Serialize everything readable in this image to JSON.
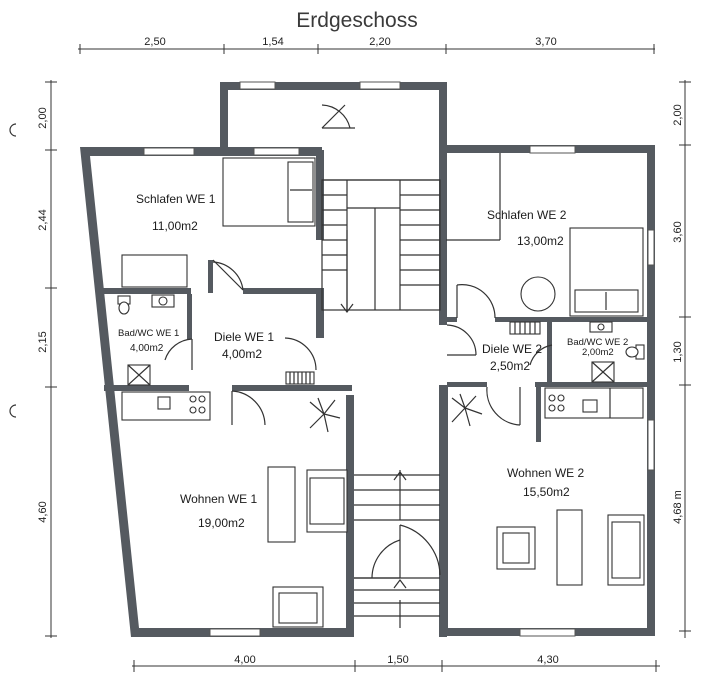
{
  "title": "Erdgeschoss",
  "dimensions": {
    "top": [
      "2,50",
      "1,54",
      "2,20",
      "3,70"
    ],
    "bottom": [
      "4,00",
      "1,50",
      "4,30"
    ],
    "left": [
      "2,00",
      "2,44",
      "2,15",
      "4,60"
    ],
    "right": [
      "2,00",
      "3,60",
      "1,30",
      "4,68 m"
    ]
  },
  "rooms": {
    "schlafen_we1": {
      "name": "Schlafen WE 1",
      "area": "11,00m2"
    },
    "bad_we1": {
      "name": "Bad/WC WE 1",
      "area": "4,00m2"
    },
    "diele_we1": {
      "name": "Diele WE 1",
      "area": "4,00m2"
    },
    "wohnen_we1": {
      "name": "Wohnen WE 1",
      "area": "19,00m2"
    },
    "schlafen_we2": {
      "name": "Schlafen WE 2",
      "area": "13,00m2"
    },
    "bad_we2": {
      "name": "Bad/WC WE 2",
      "area": "2,00m2"
    },
    "diele_we2": {
      "name": "Diele WE 2",
      "area": "2,50m2"
    },
    "wohnen_we2": {
      "name": "Wohnen WE 2",
      "area": "15,50m2"
    }
  }
}
